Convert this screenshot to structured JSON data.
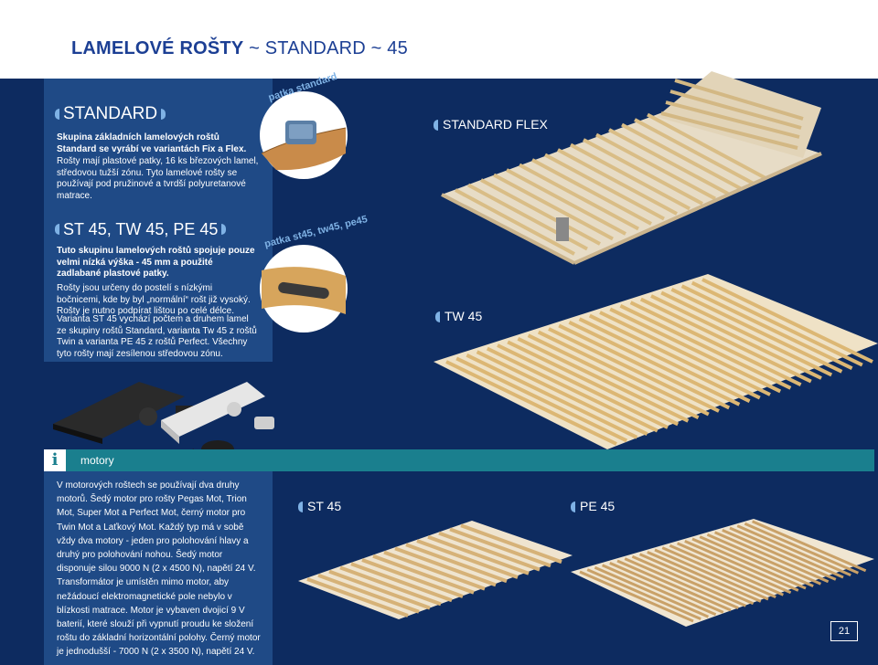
{
  "header": {
    "title_bold": "LAMELOVÉ ROŠTY",
    "title_rest": " ~ STANDARD ~ 45"
  },
  "standard": {
    "heading": "STANDARD",
    "lead": "Skupina základních lamelových roštů Standard se vyrábí ve variantách Fix a Flex.",
    "body": "Rošty mají plastové patky, 16 ks březových lamel, středovou tužší zónu. Tyto lamelové rošty se používají pod pružinové a tvrdší polyuretanové matrace."
  },
  "st45": {
    "heading": "ST 45, TW 45, PE 45",
    "lead": "Tuto skupinu lamelových roštů spojuje pouze velmi nízká výška - 45 mm a použité zadlabané plastové patky.",
    "body1": "Rošty jsou určeny do postelí s nízkými bočnicemi, kde by byl „normální“ rošt již vysoký. Rošty je nutno podpírat lištou po celé délce.",
    "body2": "Varianta ST 45 vychází počtem a druhem lamel ze skupiny roštů Standard, varianta Tw 45 z roštů Twin a varianta PE 45 z roštů Perfect. Všechny tyto rošty mají zesílenou středovou zónu."
  },
  "labels": {
    "patka_standard": "patka standard",
    "patka_45": "patka st45, tw45, pe45",
    "standard_flex": "STANDARD FLEX",
    "tw45": "TW 45",
    "st45": "ST 45",
    "pe45": "PE 45"
  },
  "motory": {
    "icon": "i",
    "label": "motory",
    "text": "V motorových roštech se používají dva druhy motorů. Šedý motor pro rošty Pegas Mot, Trion Mot, Super Mot a Perfect Mot, černý motor pro Twin Mot a Laťkový Mot. Každý typ má v sobě vždy dva motory - jeden pro polohování hlavy a druhý pro polohování nohou. Šedý motor disponuje silou 9000 N (2 x 4500 N), napětí 24 V. Transformátor je umístěn mimo motor, aby nežádoucí elektromagnetické pole nebylo v blízkosti matrace. Motor je vybaven dvojicí 9 V baterií, které slouží při vypnutí proudu ke složení roštu do základní horizontální polohy. Černý motor je jednodušší - 7000 N (2 x 3500 N), napětí 24 V."
  },
  "page_number": "21",
  "colors": {
    "accent": "#7fb2e5",
    "title": "#1c3f94",
    "panel": "#1f4a86",
    "background": "#0d2b60",
    "teal": "#1a7f8e"
  }
}
